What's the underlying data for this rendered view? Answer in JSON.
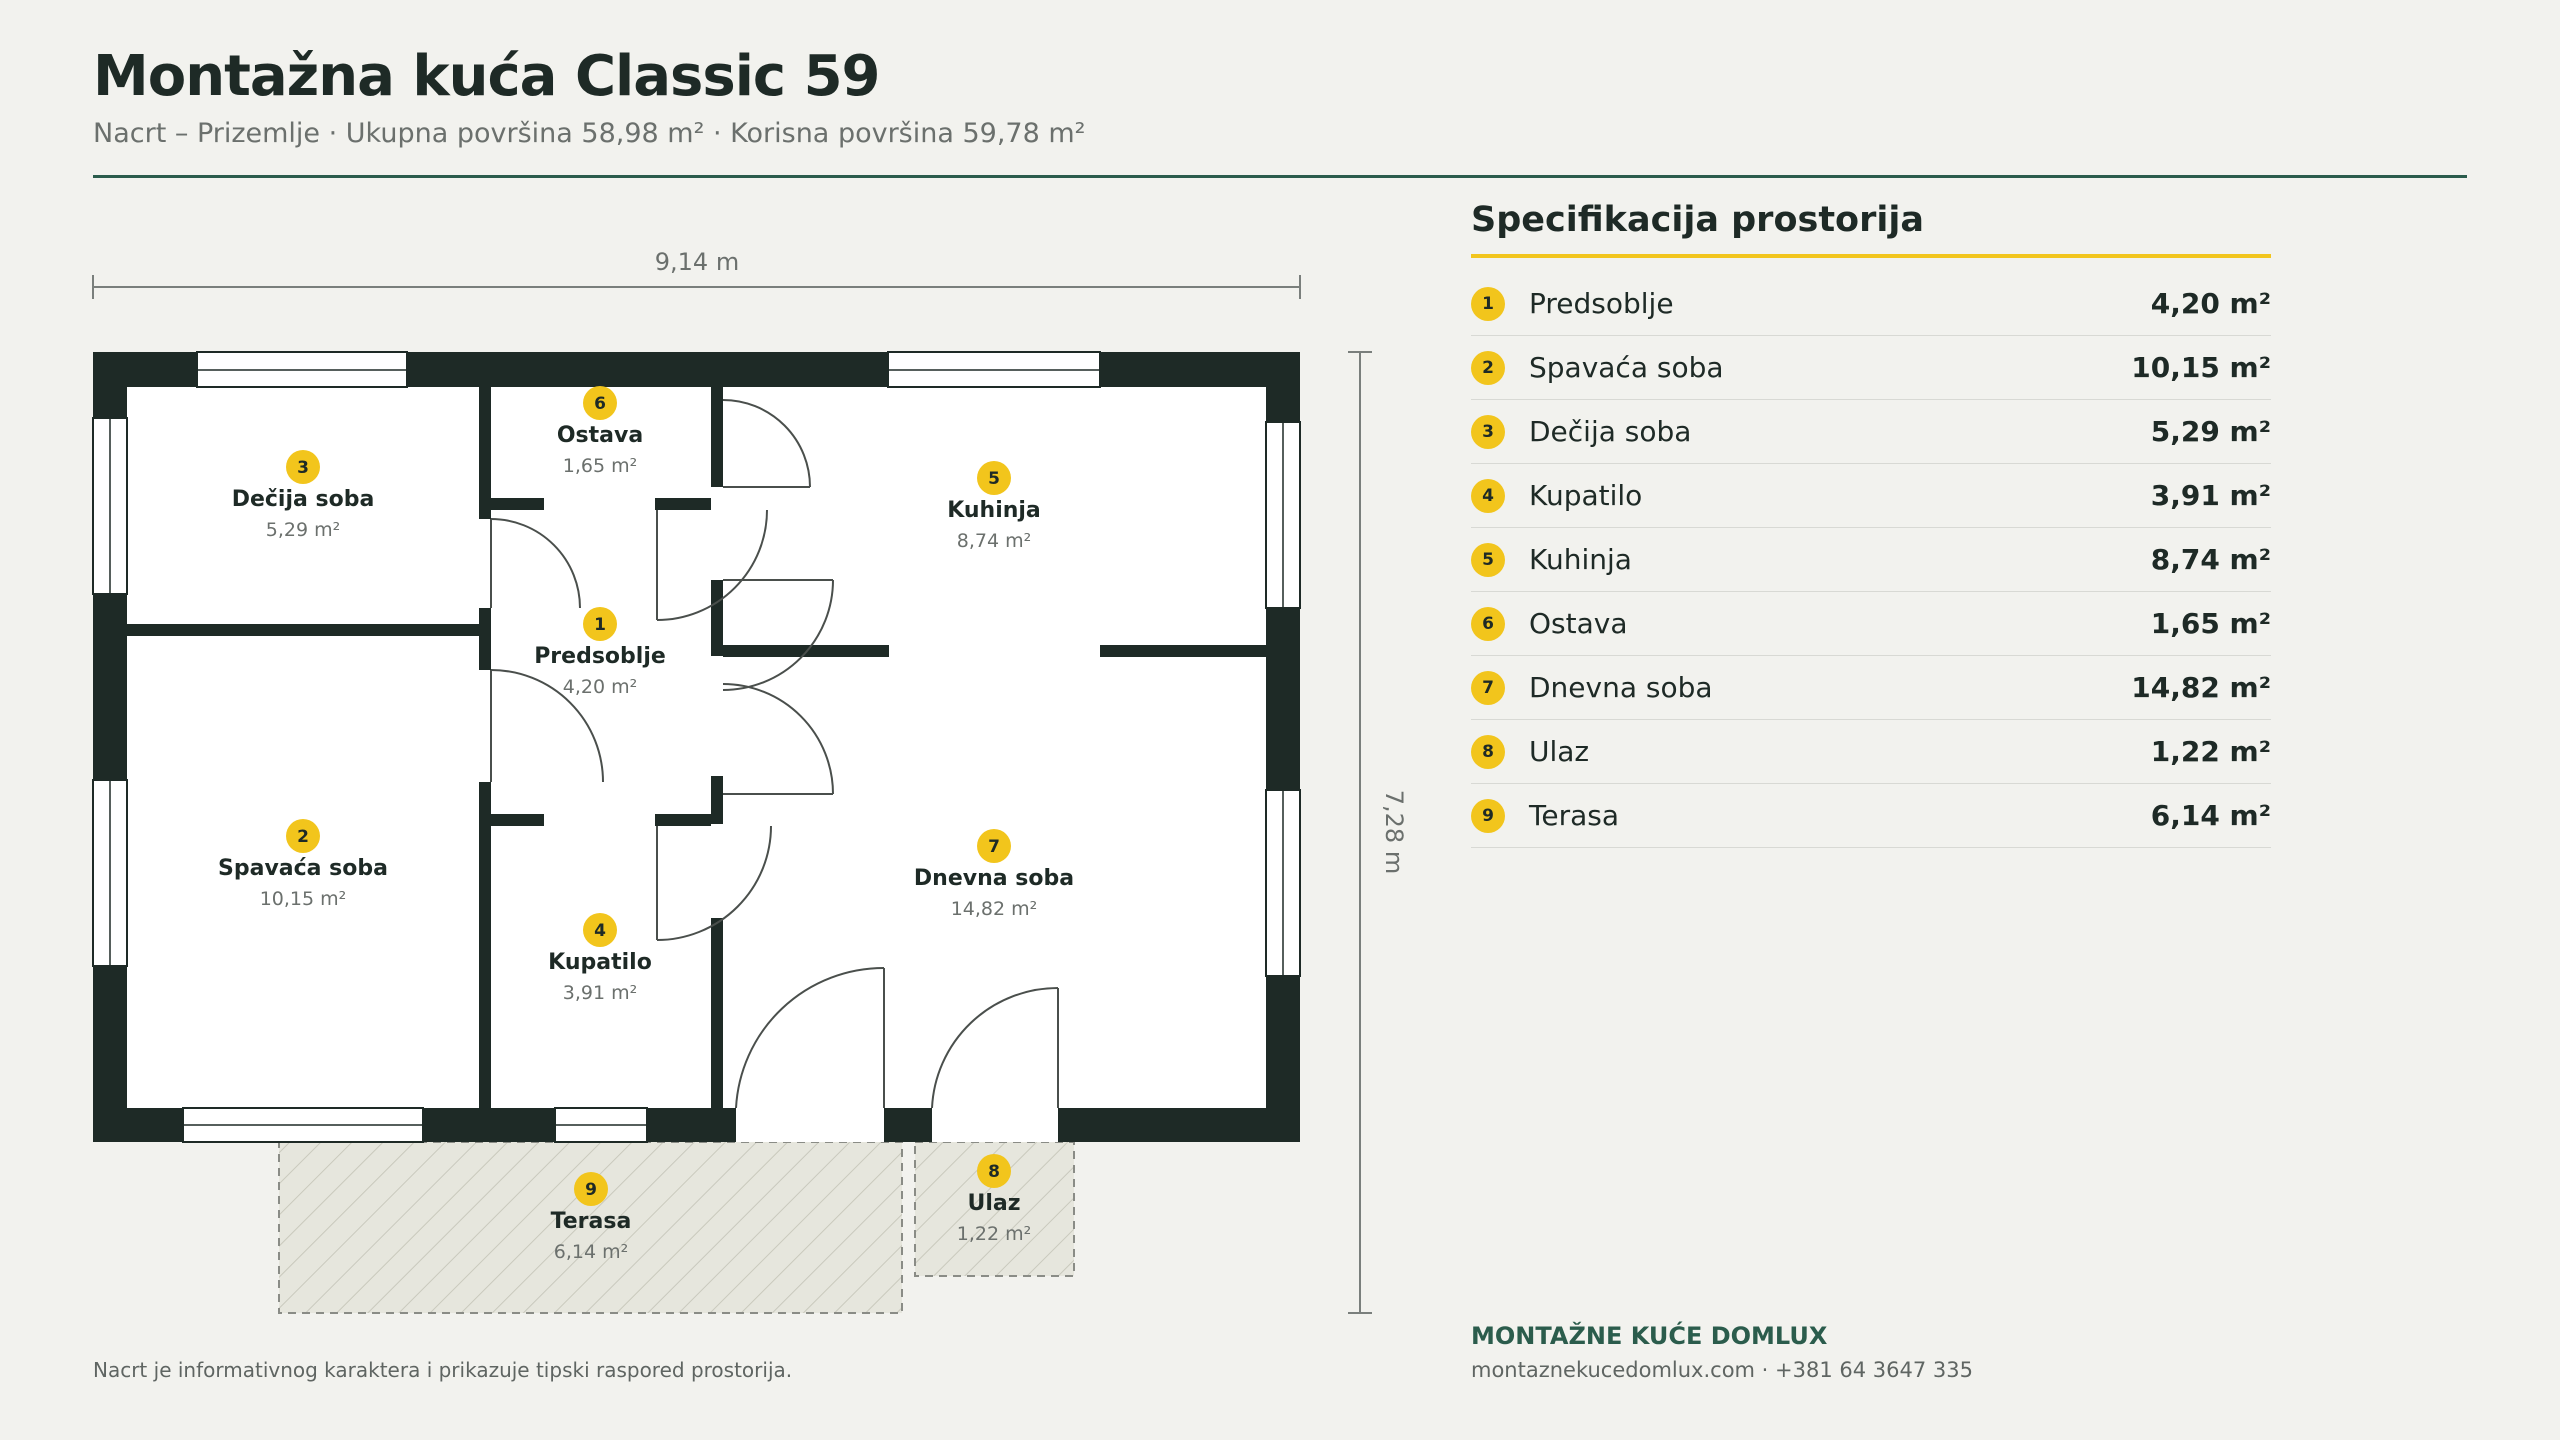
{
  "header": {
    "title": "Montažna kuća Classic 59",
    "subtitle": "Nacrt – Prizemlje · Ukupna površina 58,98 m² · Korisna površina 59,78 m²"
  },
  "plan": {
    "width_label": "9,14 m",
    "height_label": "7,28 m",
    "rooms": [
      {
        "num": "1",
        "name": "Predsoblje",
        "area": "4,20 m²"
      },
      {
        "num": "2",
        "name": "Spavaća soba",
        "area": "10,15 m²"
      },
      {
        "num": "3",
        "name": "Dečija soba",
        "area": "5,29 m²"
      },
      {
        "num": "4",
        "name": "Kupatilo",
        "area": "3,91 m²"
      },
      {
        "num": "5",
        "name": "Kuhinja",
        "area": "8,74 m²"
      },
      {
        "num": "6",
        "name": "Ostava",
        "area": "1,65 m²"
      },
      {
        "num": "7",
        "name": "Dnevna soba",
        "area": "14,82 m²"
      },
      {
        "num": "8",
        "name": "Ulaz",
        "area": "1,22 m²"
      },
      {
        "num": "9",
        "name": "Terasa",
        "area": "6,14 m²"
      }
    ]
  },
  "spec": {
    "title": "Specifikacija prostorija",
    "rows": [
      {
        "num": "1",
        "name": "Predsoblje",
        "area": "4,20 m²"
      },
      {
        "num": "2",
        "name": "Spavaća soba",
        "area": "10,15 m²"
      },
      {
        "num": "3",
        "name": "Dečija soba",
        "area": "5,29 m²"
      },
      {
        "num": "4",
        "name": "Kupatilo",
        "area": "3,91 m²"
      },
      {
        "num": "5",
        "name": "Kuhinja",
        "area": "8,74 m²"
      },
      {
        "num": "6",
        "name": "Ostava",
        "area": "1,65 m²"
      },
      {
        "num": "7",
        "name": "Dnevna soba",
        "area": "14,82 m²"
      },
      {
        "num": "8",
        "name": "Ulaz",
        "area": "1,22 m²"
      },
      {
        "num": "9",
        "name": "Terasa",
        "area": "6,14 m²"
      }
    ]
  },
  "footer": {
    "disclaimer": "Nacrt je informativnog karaktera i prikazuje tipski raspored prostorija.",
    "brand": "MONTAŽNE KUĆE DOMLUX",
    "contact": "montaznekucedomlux.com · +381 64 3647 335"
  },
  "colors": {
    "wall": "#1e2a26",
    "accent": "#f2c51c",
    "brand": "#2b5c4c",
    "background": "#f2f2ee"
  }
}
